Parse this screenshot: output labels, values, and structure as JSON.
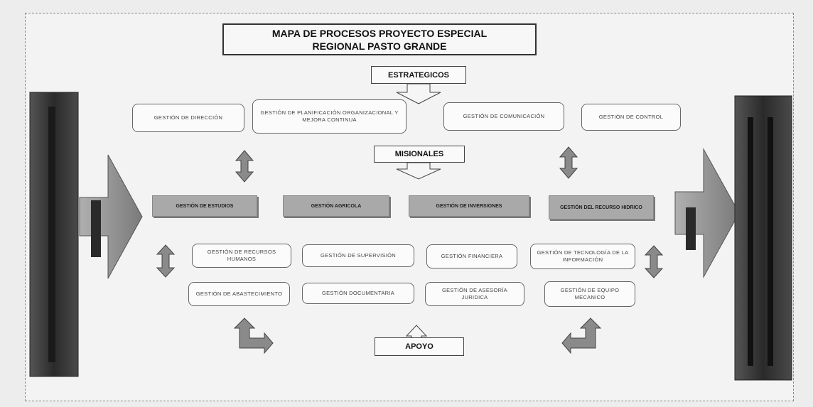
{
  "title": {
    "line1": "MAPA DE PROCESOS PROYECTO ESPECIAL",
    "line2": "REGIONAL PASTO GRANDE"
  },
  "labels": {
    "estrategicos": "ESTRATEGICOS",
    "misionales": "MISIONALES",
    "apoyo": "APOYO"
  },
  "strategic": [
    "GESTIÓN DE DIRECCIÓN",
    "GESTIÓN DE PLANIFICACIÓN ORGANIZACIONAL Y MEJORA CONTINUA",
    "GESTIÓN DE COMUNICACIÓN",
    "GESTIÓN DE CONTROL"
  ],
  "missional": [
    "GESTIÓN DE ESTUDIOS",
    "GESTIÓN AGRICOLA",
    "GESTIÓN DE INVERSIONES",
    "GESTIÓN DEL RECURSO HIDRICO"
  ],
  "support_row1": [
    "GESTIÓN DE RECURSOS HUMANOS",
    "GESTIÓN DE SUPERVISIÓN",
    "GESTIÓN FINANCIERA",
    "GESTIÓN DE TECNOLOGÍA DE LA INFORMACIÓN"
  ],
  "support_row2": [
    "GESTIÓN DE ABASTECIMIENTO",
    "GESTIÓN DOCUMENTARIA",
    "GESTIÓN DE ASESORÍA JURIDICA",
    "GESTIÓN DE EQUIPO MECANICO"
  ],
  "colors": {
    "dark_bar": "#2d2d2d",
    "arrow_gray": "#8d8d8d",
    "mission_box": "#a9a9a9",
    "background": "#ededed"
  }
}
